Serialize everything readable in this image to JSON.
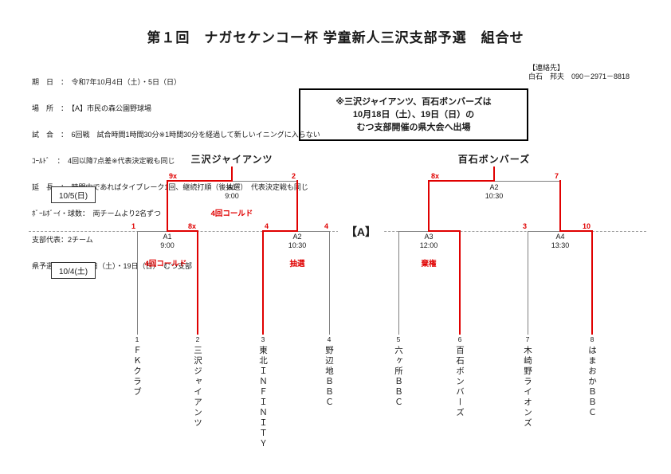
{
  "title": "第１回　ナガセケンコー杯 学童新人三沢支部予選　組合せ",
  "info_lines": [
    "期　日　：　令和7年10月4日（土）・5日（日）",
    "場　所　：　【A】市民の森公園野球場",
    "試　合　：　6回戦　試合時間1時間30分※1時間30分を経過して新しいイニングに入らない",
    "ｺｰﾙﾄﾞ　：　4回以降7点差※代表決定戦も同じ",
    "延　長　：　時間内であればタイブレーク1回、継続打順（後抽選）　代表決定戦も同じ",
    "ﾎﾞｰﾙﾎﾞｰｲ・球数：　両チームより2名ずつ",
    "支部代表：2チーム",
    "県予選　：10月18日（土）・19日（日）　むつ支部"
  ],
  "contact": {
    "heading": "【連絡先】",
    "detail": "白石　邦夫　090－2971－8818"
  },
  "notice": {
    "line1": "※三沢ジャイアンツ、百石ボンバーズは",
    "line2": "10月18日（土）、19日（日）の",
    "line3": "むつ支部開催の県大会へ出場"
  },
  "venue_label": "【A】",
  "dates": {
    "day_top": "10/5(日)",
    "day_bottom": "10/4(土)"
  },
  "colors": {
    "accent_red": "#e00000",
    "line_gray": "#808080"
  },
  "bracket": {
    "left_champion": "三沢ジャイアンツ",
    "right_champion": "百石ボンバーズ",
    "teams": [
      {
        "seed": "1",
        "name": "ＦＫクラブ"
      },
      {
        "seed": "2",
        "name": "三沢ジャイアンツ"
      },
      {
        "seed": "3",
        "name": "東北ＩＮＦＩＮＩＴＹ"
      },
      {
        "seed": "4",
        "name": "野辺地ＢＢＣ"
      },
      {
        "seed": "5",
        "name": "六ヶ所ＢＢＣ"
      },
      {
        "seed": "6",
        "name": "百石ボンバーズ"
      },
      {
        "seed": "7",
        "name": "木崎野ライオンズ"
      },
      {
        "seed": "8",
        "name": "はまおかＢＢＣ"
      }
    ],
    "matches": {
      "sf_left": {
        "code": "A1",
        "time": "9:00",
        "score_left": "9x",
        "score_right": "2",
        "note": "4回コールド"
      },
      "sf_right": {
        "code": "A2",
        "time": "10:30",
        "score_left": "8x",
        "score_right": "7"
      },
      "r1_m1": {
        "code": "A1",
        "time": "9:00",
        "score_left": "1",
        "score_right": "8x",
        "note": "4回コールド"
      },
      "r1_m2": {
        "code": "A2",
        "time": "10:30",
        "score_left": "4",
        "score_right": "4",
        "note": "抽選"
      },
      "r1_m3": {
        "code": "A3",
        "time": "12:00",
        "note": "棄権"
      },
      "r1_m4": {
        "code": "A4",
        "time": "13:30",
        "score_left": "3",
        "score_right": "10"
      }
    }
  }
}
